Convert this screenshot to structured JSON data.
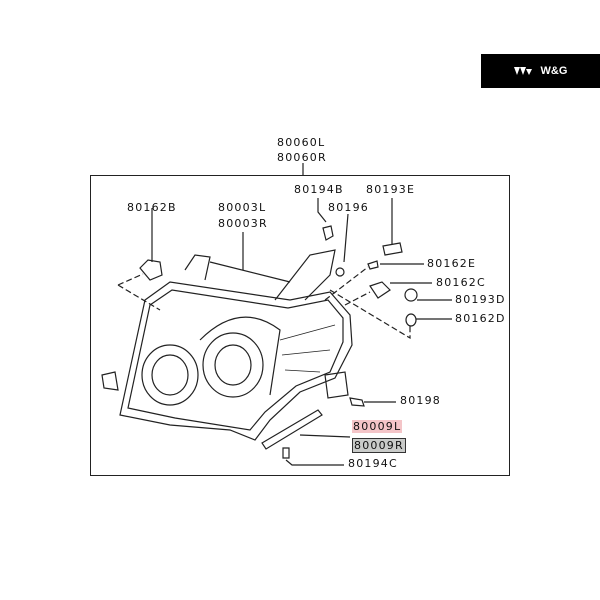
{
  "brand": {
    "logo_icon": "triple-chevron-logo",
    "name": "W&G"
  },
  "diagram": {
    "assembly_labels": [
      "80060L",
      "80060R"
    ],
    "parts": {
      "p80162B": "80162B",
      "p80003L": "80003L",
      "p80003R": "80003R",
      "p80194B": "80194B",
      "p80193E": "80193E",
      "p80196": "80196",
      "p80162E": "80162E",
      "p80162C": "80162C",
      "p80193D": "80193D",
      "p80162D": "80162D",
      "p80198": "80198",
      "p80009L": "80009L",
      "p80009R": "80009R",
      "p80194C": "80194C"
    },
    "highlight_colors": {
      "pink": "#f4c5c8",
      "grey": "#c9cbc9"
    }
  }
}
